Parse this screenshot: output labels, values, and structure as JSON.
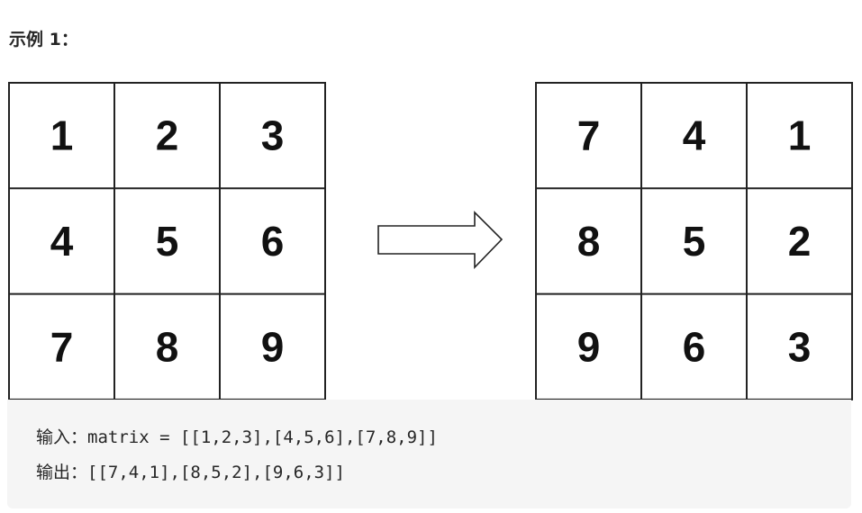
{
  "heading": "示例 1：",
  "input_matrix": [
    [
      1,
      2,
      3
    ],
    [
      4,
      5,
      6
    ],
    [
      7,
      8,
      9
    ]
  ],
  "output_matrix": [
    [
      7,
      4,
      1
    ],
    [
      8,
      5,
      2
    ],
    [
      9,
      6,
      3
    ]
  ],
  "code": {
    "input_line": "输入：matrix = [[1,2,3],[4,5,6],[7,8,9]]",
    "output_line": "输出：[[7,4,1],[8,5,2],[9,6,3]]"
  },
  "icons": {
    "arrow": "right-arrow-icon"
  }
}
